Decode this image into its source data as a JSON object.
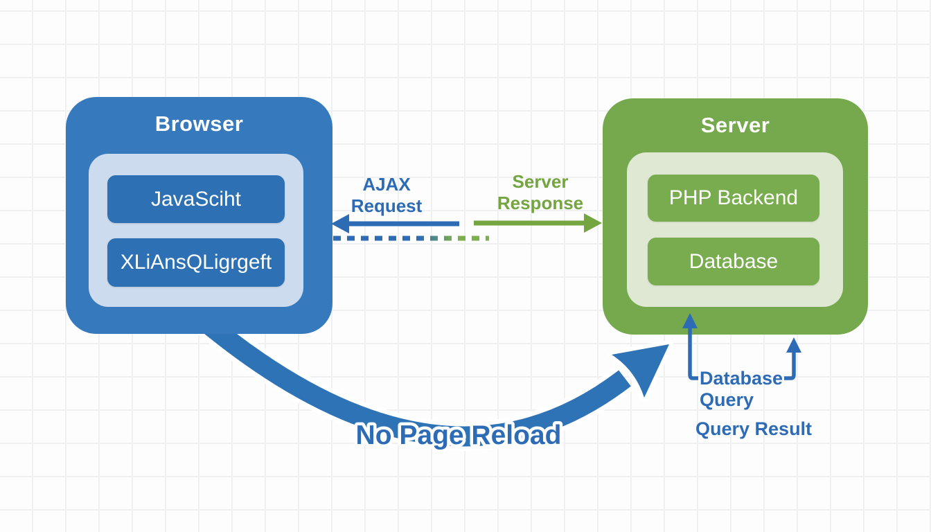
{
  "diagram": {
    "browser": {
      "title": "Browser",
      "items": [
        "JavaSciht",
        "XLiAnsQLigrgeft"
      ]
    },
    "server": {
      "title": "Server",
      "items": [
        "PHP Backend",
        "Database"
      ]
    },
    "labels": {
      "ajax_request": "AJAX Request",
      "server_response": "Server Response",
      "no_page_reload": "No Page Reload",
      "database_query": "Database Query",
      "query_result": "Query Result"
    },
    "colors": {
      "browser_fill": "#3779bd",
      "browser_item_fill": "#2d70b4",
      "browser_panel_fill": "#ccdbed",
      "server_fill": "#76a94d",
      "server_item_fill": "#78ac4e",
      "server_panel_fill": "#dfe8d3",
      "blue_accent": "#2d6cb5",
      "green_accent": "#74a540"
    }
  }
}
